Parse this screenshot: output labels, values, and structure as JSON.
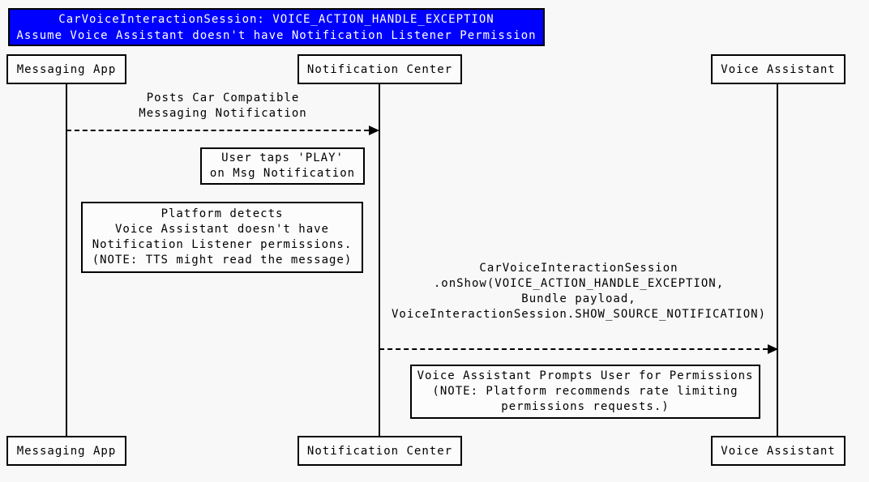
{
  "title": {
    "line1": "CarVoiceInteractionSession: VOICE_ACTION_HANDLE_EXCEPTION",
    "line2": "Assume Voice Assistant doesn't have Notification Listener Permission"
  },
  "participants": [
    {
      "label": "Messaging App"
    },
    {
      "label": "Notification Center"
    },
    {
      "label": "Voice Assistant"
    }
  ],
  "messages": [
    {
      "from": "Messaging App",
      "to": "Notification Center",
      "line_style": "dashed",
      "lines": [
        "Posts Car Compatible",
        "Messaging Notification"
      ]
    },
    {
      "from": "Notification Center",
      "to": "Voice Assistant",
      "line_style": "dashed",
      "lines": [
        "CarVoiceInteractionSession",
        ".onShow(VOICE_ACTION_HANDLE_EXCEPTION,",
        "Bundle payload,",
        "VoiceInteractionSession.SHOW_SOURCE_NOTIFICATION)"
      ]
    }
  ],
  "notes": [
    {
      "lines": [
        "User taps 'PLAY'",
        "on Msg Notification"
      ]
    },
    {
      "lines": [
        "Platform detects",
        "Voice Assistant doesn't have",
        "Notification Listener permissions.",
        "(NOTE: TTS might read the message)"
      ]
    },
    {
      "lines": [
        "Voice Assistant Prompts User for Permissions",
        "(NOTE: Platform recommends rate limiting",
        "permissions requests.)"
      ]
    }
  ],
  "colors": {
    "page_bg": "#F8F8F8",
    "title_bg": "#0000FE",
    "title_text": "#FFFFFF",
    "line": "#000000",
    "box_bg": "#FCFCFC"
  }
}
